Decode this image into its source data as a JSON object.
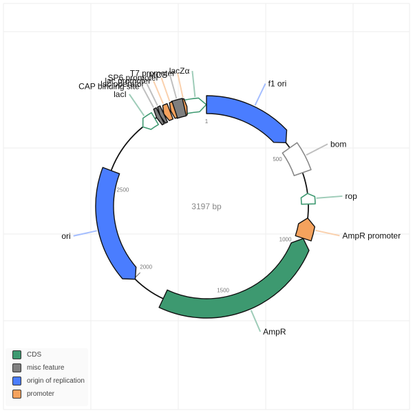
{
  "plasmid": {
    "length_label": "3197 bp",
    "length_bp": 3197,
    "tick_labels": [
      "1",
      "500",
      "1000",
      "1500",
      "2000",
      "2500"
    ],
    "features": [
      {
        "name": "lacZα",
        "type": "CDS",
        "start": 3093,
        "end": 3197,
        "direction": 1,
        "label": "lacZα"
      },
      {
        "name": "T7 promoter",
        "type": "promoter",
        "start": 3087,
        "end": 3092,
        "direction": 1,
        "label": "T7 promoter"
      },
      {
        "name": "MCS",
        "type": "misc feature",
        "start": 3034,
        "end": 3086,
        "direction": 0,
        "label": "MCS"
      },
      {
        "name": "SP6 promoter",
        "type": "promoter",
        "start": 3020,
        "end": 3033,
        "direction": -1,
        "label": "SP6 promoter"
      },
      {
        "name": "lac promoter",
        "type": "promoter",
        "start": 2978,
        "end": 3012,
        "direction": -1,
        "label": "lac promoter"
      },
      {
        "name": "lac operator",
        "type": "misc feature",
        "start": 2960,
        "end": 2976,
        "direction": -1,
        "label": "lac operator"
      },
      {
        "name": "CAP binding site",
        "type": "misc feature",
        "start": 2940,
        "end": 2956,
        "direction": -1,
        "label": "CAP binding site"
      },
      {
        "name": "lacI",
        "type": "CDS",
        "start": 2855,
        "end": 2928,
        "direction": -1,
        "label": "lacI"
      },
      {
        "name": "f1 ori",
        "type": "origin of replication",
        "start": 1,
        "end": 456,
        "direction": 1,
        "label": "f1 ori"
      },
      {
        "name": "bom",
        "type": "misc feature",
        "start": 488,
        "end": 628,
        "direction": 0,
        "label": "bom"
      },
      {
        "name": "rop",
        "type": "CDS",
        "start": 735,
        "end": 788,
        "direction": -1,
        "label": "rop"
      },
      {
        "name": "AmpR promoter",
        "type": "promoter",
        "start": 858,
        "end": 962,
        "direction": -1,
        "label": "AmpR promoter"
      },
      {
        "name": "AmpR",
        "type": "CDS",
        "start": 963,
        "end": 1823,
        "direction": -1,
        "label": "AmpR"
      },
      {
        "name": "ori",
        "type": "origin of replication",
        "start": 1994,
        "end": 2582,
        "direction": -1,
        "label": "ori"
      }
    ]
  },
  "legend": {
    "items": [
      {
        "label": "CDS",
        "color": "#3d9970"
      },
      {
        "label": "misc feature",
        "color": "#7f7f7f"
      },
      {
        "label": "origin of replication",
        "color": "#4a7dff"
      },
      {
        "label": "promoter",
        "color": "#f5a25d"
      }
    ]
  },
  "colors": {
    "CDS": "#3d9970",
    "misc feature": "#7f7f7f",
    "origin of replication": "#4a7dff",
    "promoter": "#f5a25d",
    "ring": "#111111",
    "grid": "#eeeeee"
  }
}
